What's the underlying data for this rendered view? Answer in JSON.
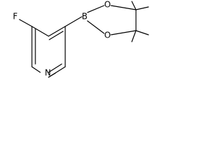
{
  "molecule": {
    "atoms": {
      "fluorine": "F",
      "nitrogen": "N",
      "boron": "B",
      "oxygen_top": "O",
      "oxygen_bottom": "O"
    }
  }
}
